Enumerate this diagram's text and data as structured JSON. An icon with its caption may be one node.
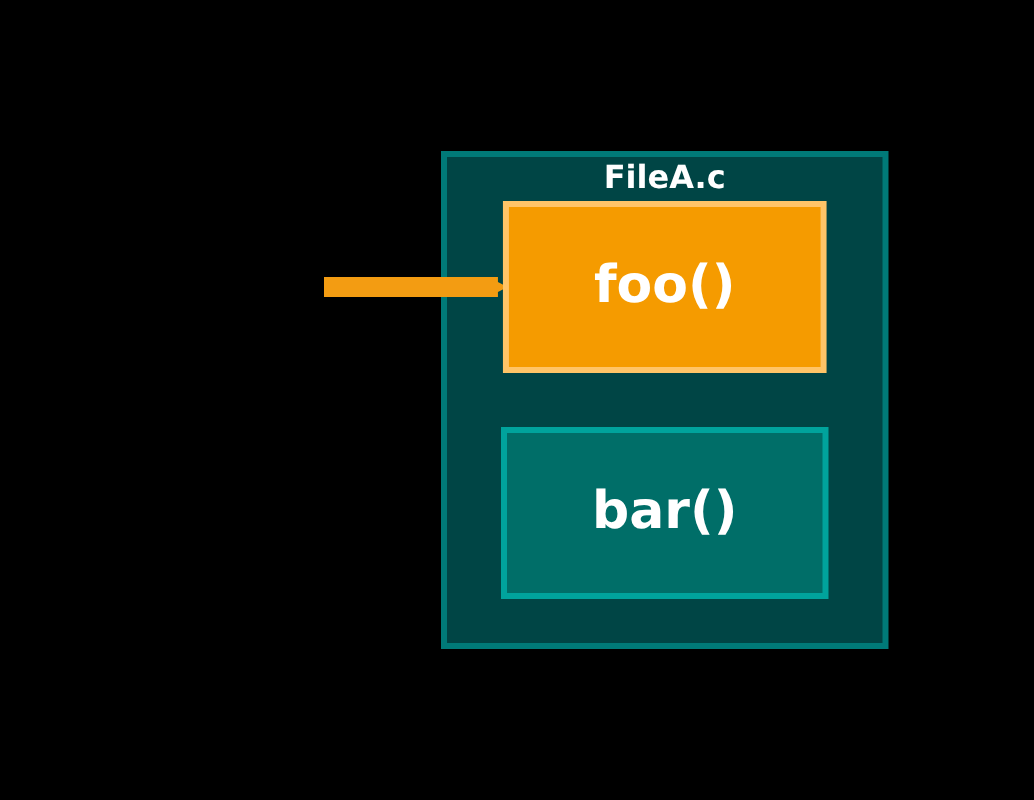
{
  "diagram": {
    "nodes": [
      {
        "text": [
          "FileA.c"
        ]
      },
      {
        "text": [
          "foo()"
        ],
        "in": 0
      },
      {
        "text": [
          "bar()"
        ],
        "in": 0
      }
    ],
    "edges": [
      {
        "from": null,
        "to": 1,
        "arrow": "to"
      }
    ]
  }
}
